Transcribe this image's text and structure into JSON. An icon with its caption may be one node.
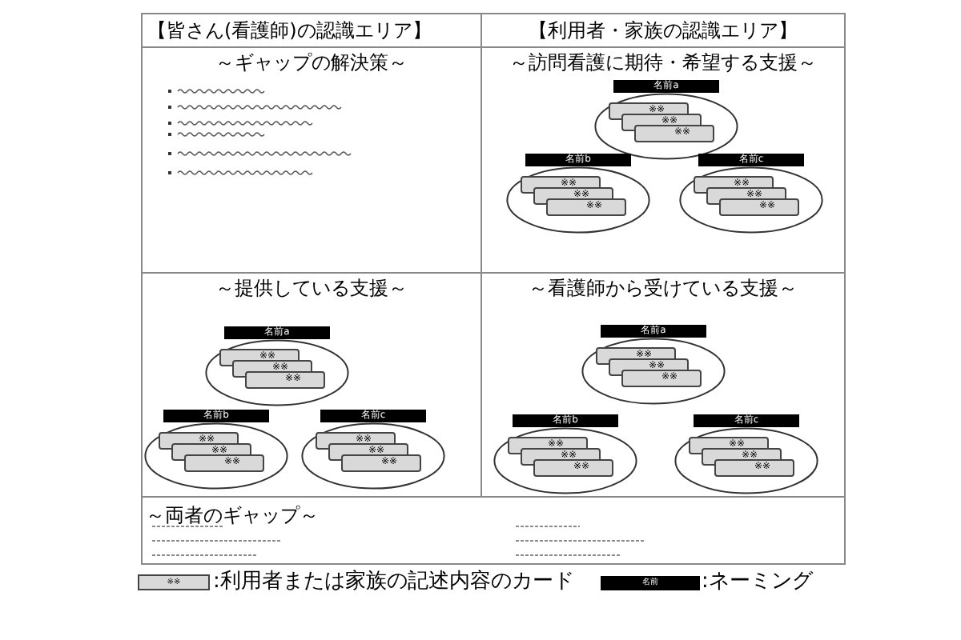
{
  "diagram": {
    "nodes": [
      {
        "text": [
          "【皆さん(看護師)の認識エリア】"
        ]
      },
      {
        "text": [
          "【利用者・家族の認識エリア】"
        ]
      },
      {
        "text": [
          "～ギャップの解決策～"
        ]
      },
      {
        "text": [
          "～訪問看護に期待・希望する支援～"
        ]
      },
      {
        "text": [
          "名前a"
        ],
        "in": 3
      },
      {
        "text": [],
        "shape": "ellipse",
        "in": 3
      },
      {
        "text": [
          "※※"
        ],
        "in": 5
      },
      {
        "text": [
          "※※"
        ],
        "in": 5
      },
      {
        "text": [
          "※※"
        ],
        "in": 5
      },
      {
        "text": [
          "名前b"
        ],
        "in": 3
      },
      {
        "text": [],
        "shape": "ellipse",
        "in": 3
      },
      {
        "text": [
          "※※"
        ],
        "in": 10
      },
      {
        "text": [
          "※※"
        ],
        "in": 10
      },
      {
        "text": [
          "※※"
        ],
        "in": 10
      },
      {
        "text": [
          "名前c"
        ],
        "in": 3
      },
      {
        "text": [],
        "shape": "ellipse",
        "in": 3
      },
      {
        "text": [
          "※※"
        ],
        "in": 15
      },
      {
        "text": [
          "※※"
        ],
        "in": 15
      },
      {
        "text": [
          "※※"
        ],
        "in": 15
      },
      {
        "text": [
          "～提供している支援～"
        ]
      },
      {
        "text": [
          "名前a"
        ],
        "in": 19
      },
      {
        "text": [],
        "shape": "ellipse",
        "in": 19
      },
      {
        "text": [
          "※※"
        ],
        "in": 21
      },
      {
        "text": [
          "※※"
        ],
        "in": 21
      },
      {
        "text": [
          "※※"
        ],
        "in": 21
      },
      {
        "text": [
          "名前b"
        ],
        "in": 19
      },
      {
        "text": [],
        "shape": "ellipse",
        "in": 19
      },
      {
        "text": [
          "※※"
        ],
        "in": 26
      },
      {
        "text": [
          "※※"
        ],
        "in": 26
      },
      {
        "text": [
          "※※"
        ],
        "in": 26
      },
      {
        "text": [
          "名前c"
        ],
        "in": 19
      },
      {
        "text": [],
        "shape": "ellipse",
        "in": 19
      },
      {
        "text": [
          "※※"
        ],
        "in": 31
      },
      {
        "text": [
          "※※"
        ],
        "in": 31
      },
      {
        "text": [
          "※※"
        ],
        "in": 31
      },
      {
        "text": [
          "～看護師から受けている支援～"
        ]
      },
      {
        "text": [
          "名前a"
        ],
        "in": 35
      },
      {
        "text": [],
        "shape": "ellipse",
        "in": 35
      },
      {
        "text": [
          "※※"
        ],
        "in": 37
      },
      {
        "text": [
          "※※"
        ],
        "in": 37
      },
      {
        "text": [
          "※※"
        ],
        "in": 37
      },
      {
        "text": [
          "名前b"
        ],
        "in": 35
      },
      {
        "text": [],
        "shape": "ellipse",
        "in": 35
      },
      {
        "text": [
          "※※"
        ],
        "in": 42
      },
      {
        "text": [
          "※※"
        ],
        "in": 42
      },
      {
        "text": [
          "※※"
        ],
        "in": 42
      },
      {
        "text": [
          "名前c"
        ],
        "in": 35
      },
      {
        "text": [],
        "shape": "ellipse",
        "in": 35
      },
      {
        "text": [
          "※※"
        ],
        "in": 47
      },
      {
        "text": [
          "※※"
        ],
        "in": 47
      },
      {
        "text": [
          "※※"
        ],
        "in": 47
      },
      {
        "text": [
          "～両者のギャップ～"
        ]
      }
    ],
    "edges": [],
    "labels": [
      "※※",
      "名前"
    ],
    "legend": [
      {
        "text": ":利用者または家族の記述内容のカード",
        "color": "#d9d9d9"
      },
      {
        "text": ":ネーミング",
        "color": "#000000"
      }
    ]
  }
}
